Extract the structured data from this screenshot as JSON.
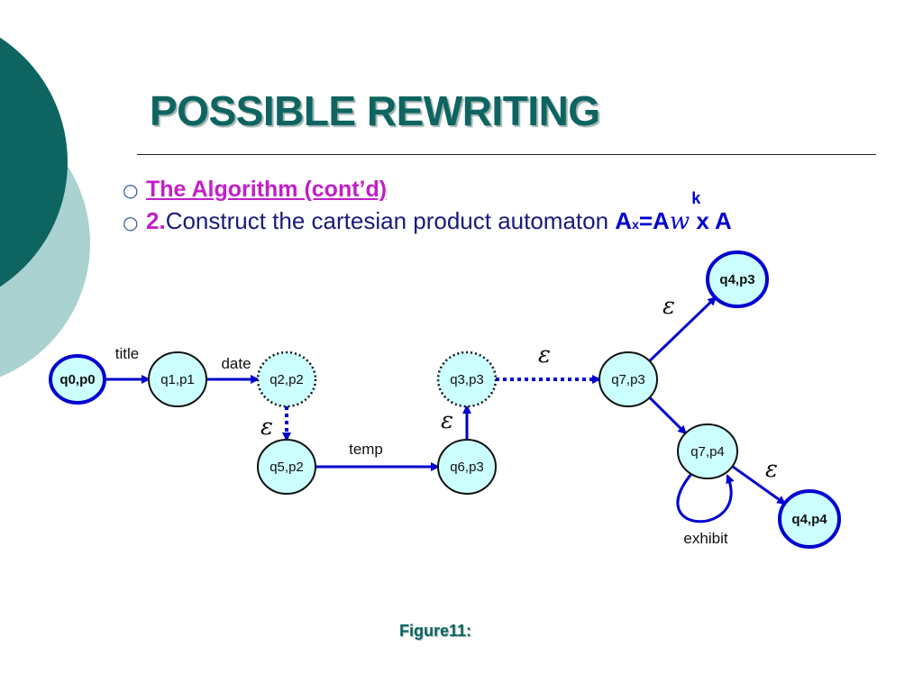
{
  "slide": {
    "title": "POSSIBLE REWRITING",
    "bullet1": "The Algorithm (cont’d)",
    "bullet2_num": "2.",
    "bullet2_text": "Construct the cartesian product automaton ",
    "formula": {
      "a1": "A",
      "x": "x",
      "eq": "=A",
      "w": "w",
      "k": "k",
      "tail": " x A"
    },
    "caption": "Figure11:"
  },
  "diagram": {
    "states": [
      {
        "id": "q0p0",
        "label": "q0,p0",
        "style": "start"
      },
      {
        "id": "q1p1",
        "label": "q1,p1",
        "style": "normal"
      },
      {
        "id": "q2p2",
        "label": "q2,p2",
        "style": "dotted"
      },
      {
        "id": "q5p2",
        "label": "q5,p2",
        "style": "normal"
      },
      {
        "id": "q6p3",
        "label": "q6,p3",
        "style": "normal"
      },
      {
        "id": "q3p3",
        "label": "q3,p3",
        "style": "dotted"
      },
      {
        "id": "q7p3",
        "label": "q7,p3",
        "style": "normal"
      },
      {
        "id": "q4p3",
        "label": "q4,p3",
        "style": "final"
      },
      {
        "id": "q7p4",
        "label": "q7,p4",
        "style": "normal"
      },
      {
        "id": "q4p4",
        "label": "q4,p4",
        "style": "final"
      }
    ],
    "edges": [
      {
        "from": "q0p0",
        "to": "q1p1",
        "label": "title",
        "style": "solid"
      },
      {
        "from": "q1p1",
        "to": "q2p2",
        "label": "date",
        "style": "solid"
      },
      {
        "from": "q2p2",
        "to": "q5p2",
        "label": "ε",
        "style": "dotted"
      },
      {
        "from": "q5p2",
        "to": "q6p3",
        "label": "temp",
        "style": "solid"
      },
      {
        "from": "q6p3",
        "to": "q3p3",
        "label": "ε",
        "style": "solid"
      },
      {
        "from": "q3p3",
        "to": "q7p3",
        "label": "ε",
        "style": "dotted"
      },
      {
        "from": "q7p3",
        "to": "q4p3",
        "label": "ε",
        "style": "solid"
      },
      {
        "from": "q7p3",
        "to": "q7p4",
        "label": "",
        "style": "solid"
      },
      {
        "from": "q7p4",
        "to": "q4p4",
        "label": "ε",
        "style": "solid"
      },
      {
        "from": "q7p4",
        "to": "q7p4",
        "label": "exhibit",
        "style": "loop"
      }
    ]
  },
  "colors": {
    "teal": "#0e6460",
    "lightTeal": "#a9d2d0",
    "nodeFill": "#ccffff",
    "edge": "#0000d0",
    "accent": "#c21ec9"
  }
}
